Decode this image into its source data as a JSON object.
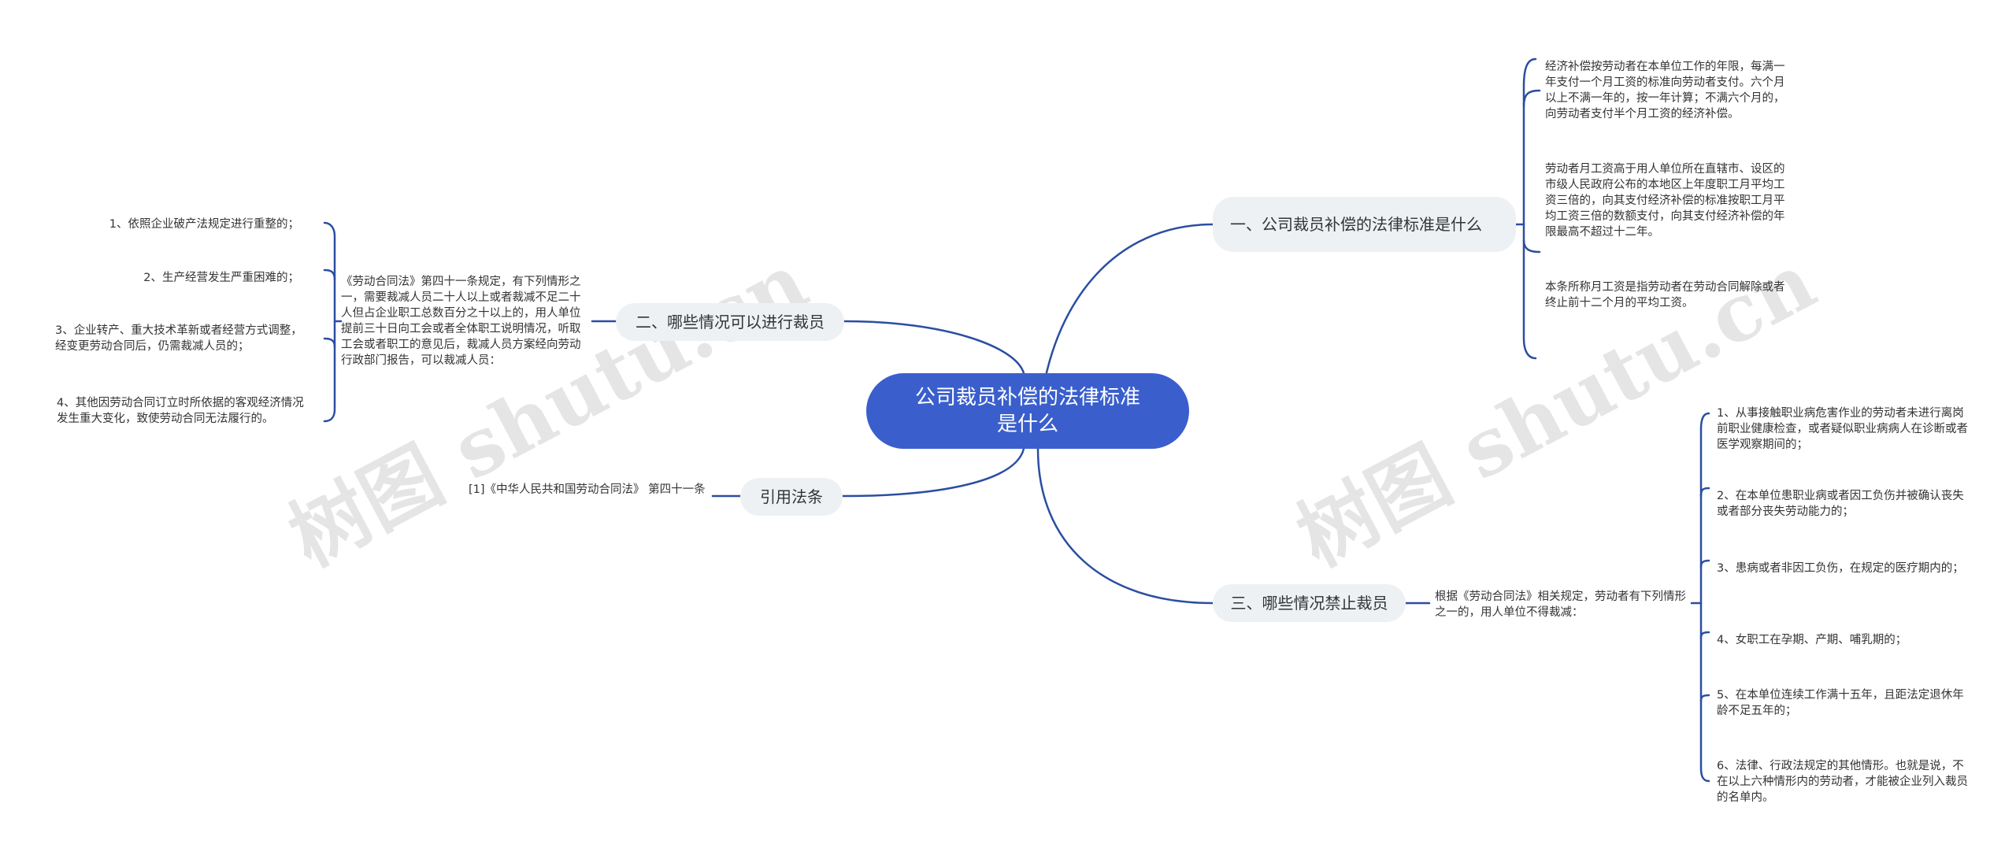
{
  "root": {
    "title": "公司裁员补偿的法律标准是什么"
  },
  "branches": {
    "b1": {
      "label": "一、公司裁员补偿的法律标准是什么",
      "leaves": [
        "经济补偿按劳动者在本单位工作的年限，每满一年支付一个月工资的标准向劳动者支付。六个月以上不满一年的，按一年计算；不满六个月的，向劳动者支付半个月工资的经济补偿。",
        "劳动者月工资高于用人单位所在直辖市、设区的市级人民政府公布的本地区上年度职工月平均工资三倍的，向其支付经济补偿的标准按职工月平均工资三倍的数额支付，向其支付经济补偿的年限最高不超过十二年。",
        "本条所称月工资是指劳动者在劳动合同解除或者终止前十二个月的平均工资。"
      ]
    },
    "b2": {
      "label": "二、哪些情况可以进行裁员",
      "mid": "《劳动合同法》第四十一条规定，有下列情形之一，需要裁减人员二十人以上或者裁减不足二十人但占企业职工总数百分之十以上的，用人单位提前三十日向工会或者全体职工说明情况，听取工会或者职工的意见后，裁减人员方案经向劳动行政部门报告，可以裁减人员：",
      "leaves": [
        "1、依照企业破产法规定进行重整的；",
        "2、生产经营发生严重困难的；",
        "3、企业转产、重大技术革新或者经营方式调整，经变更劳动合同后，仍需裁减人员的；",
        "4、其他因劳动合同订立时所依据的客观经济情况发生重大变化，致使劳动合同无法履行的。"
      ]
    },
    "b3": {
      "label": "引用法条",
      "leaf": "[1]《中华人民共和国劳动合同法》 第四十一条"
    },
    "b4": {
      "label": "三、哪些情况禁止裁员",
      "mid": "根据《劳动合同法》相关规定，劳动者有下列情形之一的，用人单位不得裁减：",
      "leaves": [
        "1、从事接触职业病危害作业的劳动者未进行离岗前职业健康检查，或者疑似职业病病人在诊断或者医学观察期间的；",
        "2、在本单位患职业病或者因工负伤并被确认丧失或者部分丧失劳动能力的；",
        "3、患病或者非因工负伤，在规定的医疗期内的；",
        "4、女职工在孕期、产期、哺乳期的；",
        "5、在本单位连续工作满十五年，且距法定退休年龄不足五年的；",
        "6、法律、行政法规定的其他情形。也就是说，不在以上六种情形内的劳动者，才能被企业列入裁员的名单内。"
      ]
    }
  },
  "watermarks": [
    "树图 shutu.cn",
    "树图 shutu.cn"
  ],
  "colors": {
    "root": "#3a5fcd",
    "branch_bg": "#eef1f4",
    "line": "#2b4ea2"
  }
}
